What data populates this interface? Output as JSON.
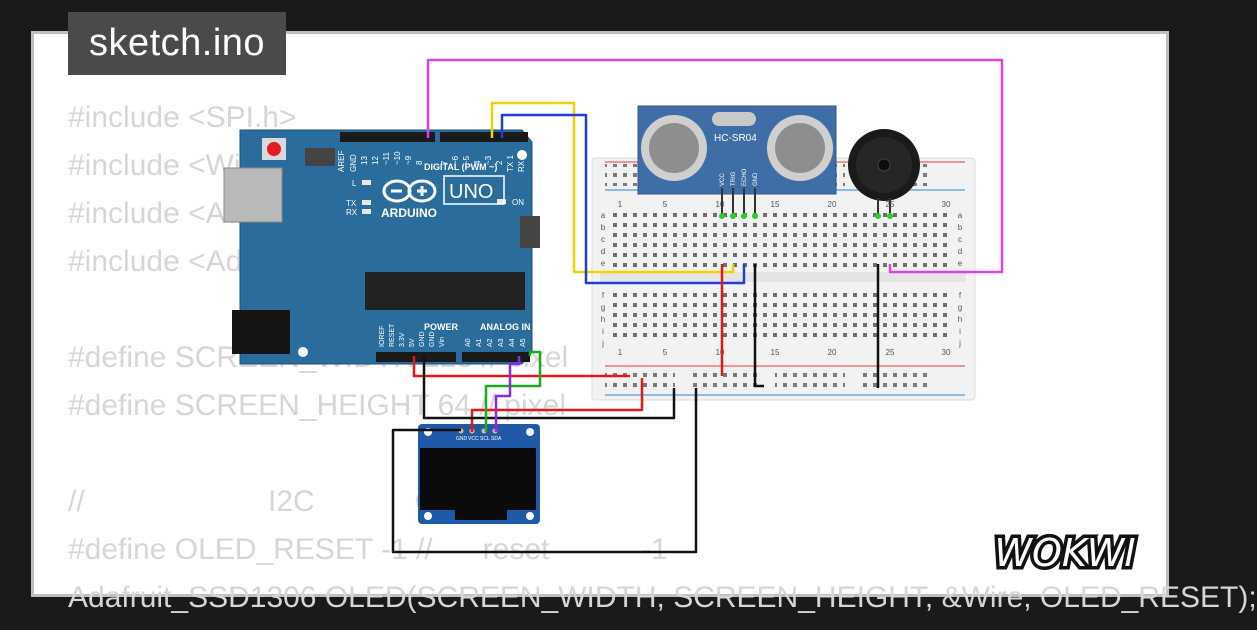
{
  "tab": {
    "filename": "sketch.ino"
  },
  "code_lines": [
    "#include <SPI.h>",
    "#include <Wire.h>",
    "#include <Adafruit_GFX.h>",
    "#include <Adafruit_SSD1306.h>",
    "",
    "#define SCREEN_WIDTH 128 // pixel",
    "#define SCREEN_HEIGHT 64 // pixel",
    "",
    "//                      I2C            OLED",
    "#define OLED_RESET -1 //      reset           -1",
    "Adafruit_SSD1306 OLED(SCREEN_WIDTH, SCREEN_HEIGHT, &Wire, OLED_RESET);"
  ],
  "arduino": {
    "brand": "ARDUINO",
    "model": "UNO",
    "digital_label": "DIGITAL (PWM ~)",
    "power_label": "POWER",
    "analog_label": "ANALOG IN",
    "aref": "AREF",
    "gnd": "GND",
    "led_l": "L",
    "led_tx": "TX",
    "led_rx": "RX",
    "led_on": "ON",
    "digital_pins": [
      "13",
      "12",
      "~11",
      "~10",
      "~9",
      "8",
      "7",
      "~6",
      "~5",
      "4",
      "~3",
      "2",
      "TX 1",
      "RX 0"
    ],
    "power_pins": [
      "IOREF",
      "RESET",
      "3.3V",
      "5V",
      "GND",
      "GND",
      "Vin"
    ],
    "analog_pins": [
      "A0",
      "A1",
      "A2",
      "A3",
      "A4",
      "A5"
    ]
  },
  "sensor": {
    "name": "HC-SR04",
    "pins": [
      "VCC",
      "TRIG",
      "ECHO",
      "GND"
    ]
  },
  "oled": {
    "pins": [
      "GND",
      "VCC",
      "SCL",
      "SDA"
    ]
  },
  "breadboard": {
    "col_numbers": [
      "1",
      "5",
      "10",
      "15",
      "20",
      "25",
      "30"
    ],
    "row_letters_top": [
      "a",
      "b",
      "c",
      "d",
      "e"
    ],
    "row_letters_bottom": [
      "f",
      "g",
      "h",
      "i",
      "j"
    ]
  },
  "logo": {
    "text": "WOKWI"
  },
  "colors": {
    "arduino_blue": "#2a6d9c",
    "wire_magenta": "#e040e0",
    "wire_yellow": "#f4d000",
    "wire_blue": "#1f3fd8",
    "wire_red": "#e01818",
    "wire_green": "#21a821",
    "wire_purple": "#8a2be2",
    "wire_black": "#111111"
  }
}
